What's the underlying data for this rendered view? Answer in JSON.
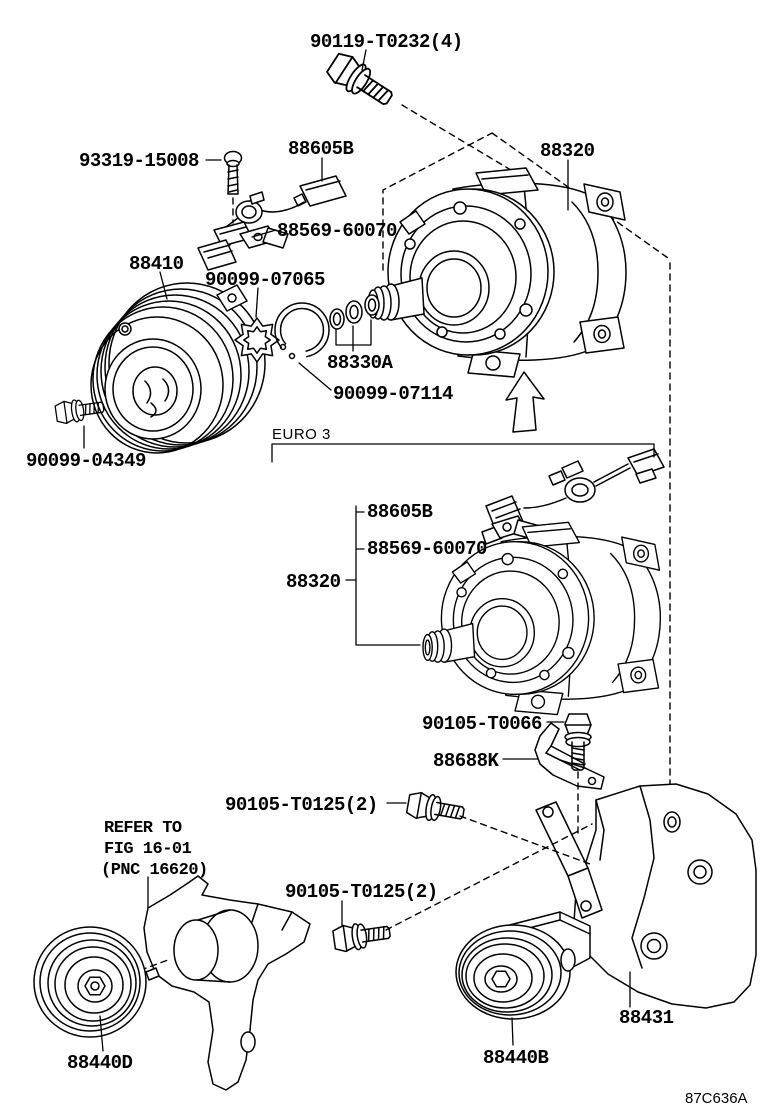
{
  "figure": {
    "code": "87C636A",
    "variant_note": "EURO 3",
    "reference_note": {
      "line1": "REFER TO",
      "line2": "FIG 16-01",
      "line3": "(PNC 16620)"
    },
    "callouts": {
      "bolt_90119": "90119-T0232(4)",
      "screw_93319": "93319-15008",
      "harness_88605b_top": "88605B",
      "compressor_88320_top": "88320",
      "clip_88569_top": "88569-60070",
      "clutch_pulley_88410": "88410",
      "washer_90099_07065": "90099-07065",
      "orings_88330a": "88330A",
      "snap_ring_90099_07114": "90099-07114",
      "bolt_90099_04349": "90099-04349",
      "harness_88605b_euro3": "88605B",
      "clip_88569_euro3": "88569-60070",
      "compressor_88320_euro3": "88320",
      "bolt_90105_t0066": "90105-T0066",
      "bracket_88688k": "88688K",
      "bolt_90105_t0125_a": "90105-T0125(2)",
      "bolt_90105_t0125_b": "90105-T0125(2)",
      "mount_bracket_88431": "88431",
      "idler_pulley_88440d": "88440D",
      "idler_pulley_88440b": "88440B"
    }
  }
}
